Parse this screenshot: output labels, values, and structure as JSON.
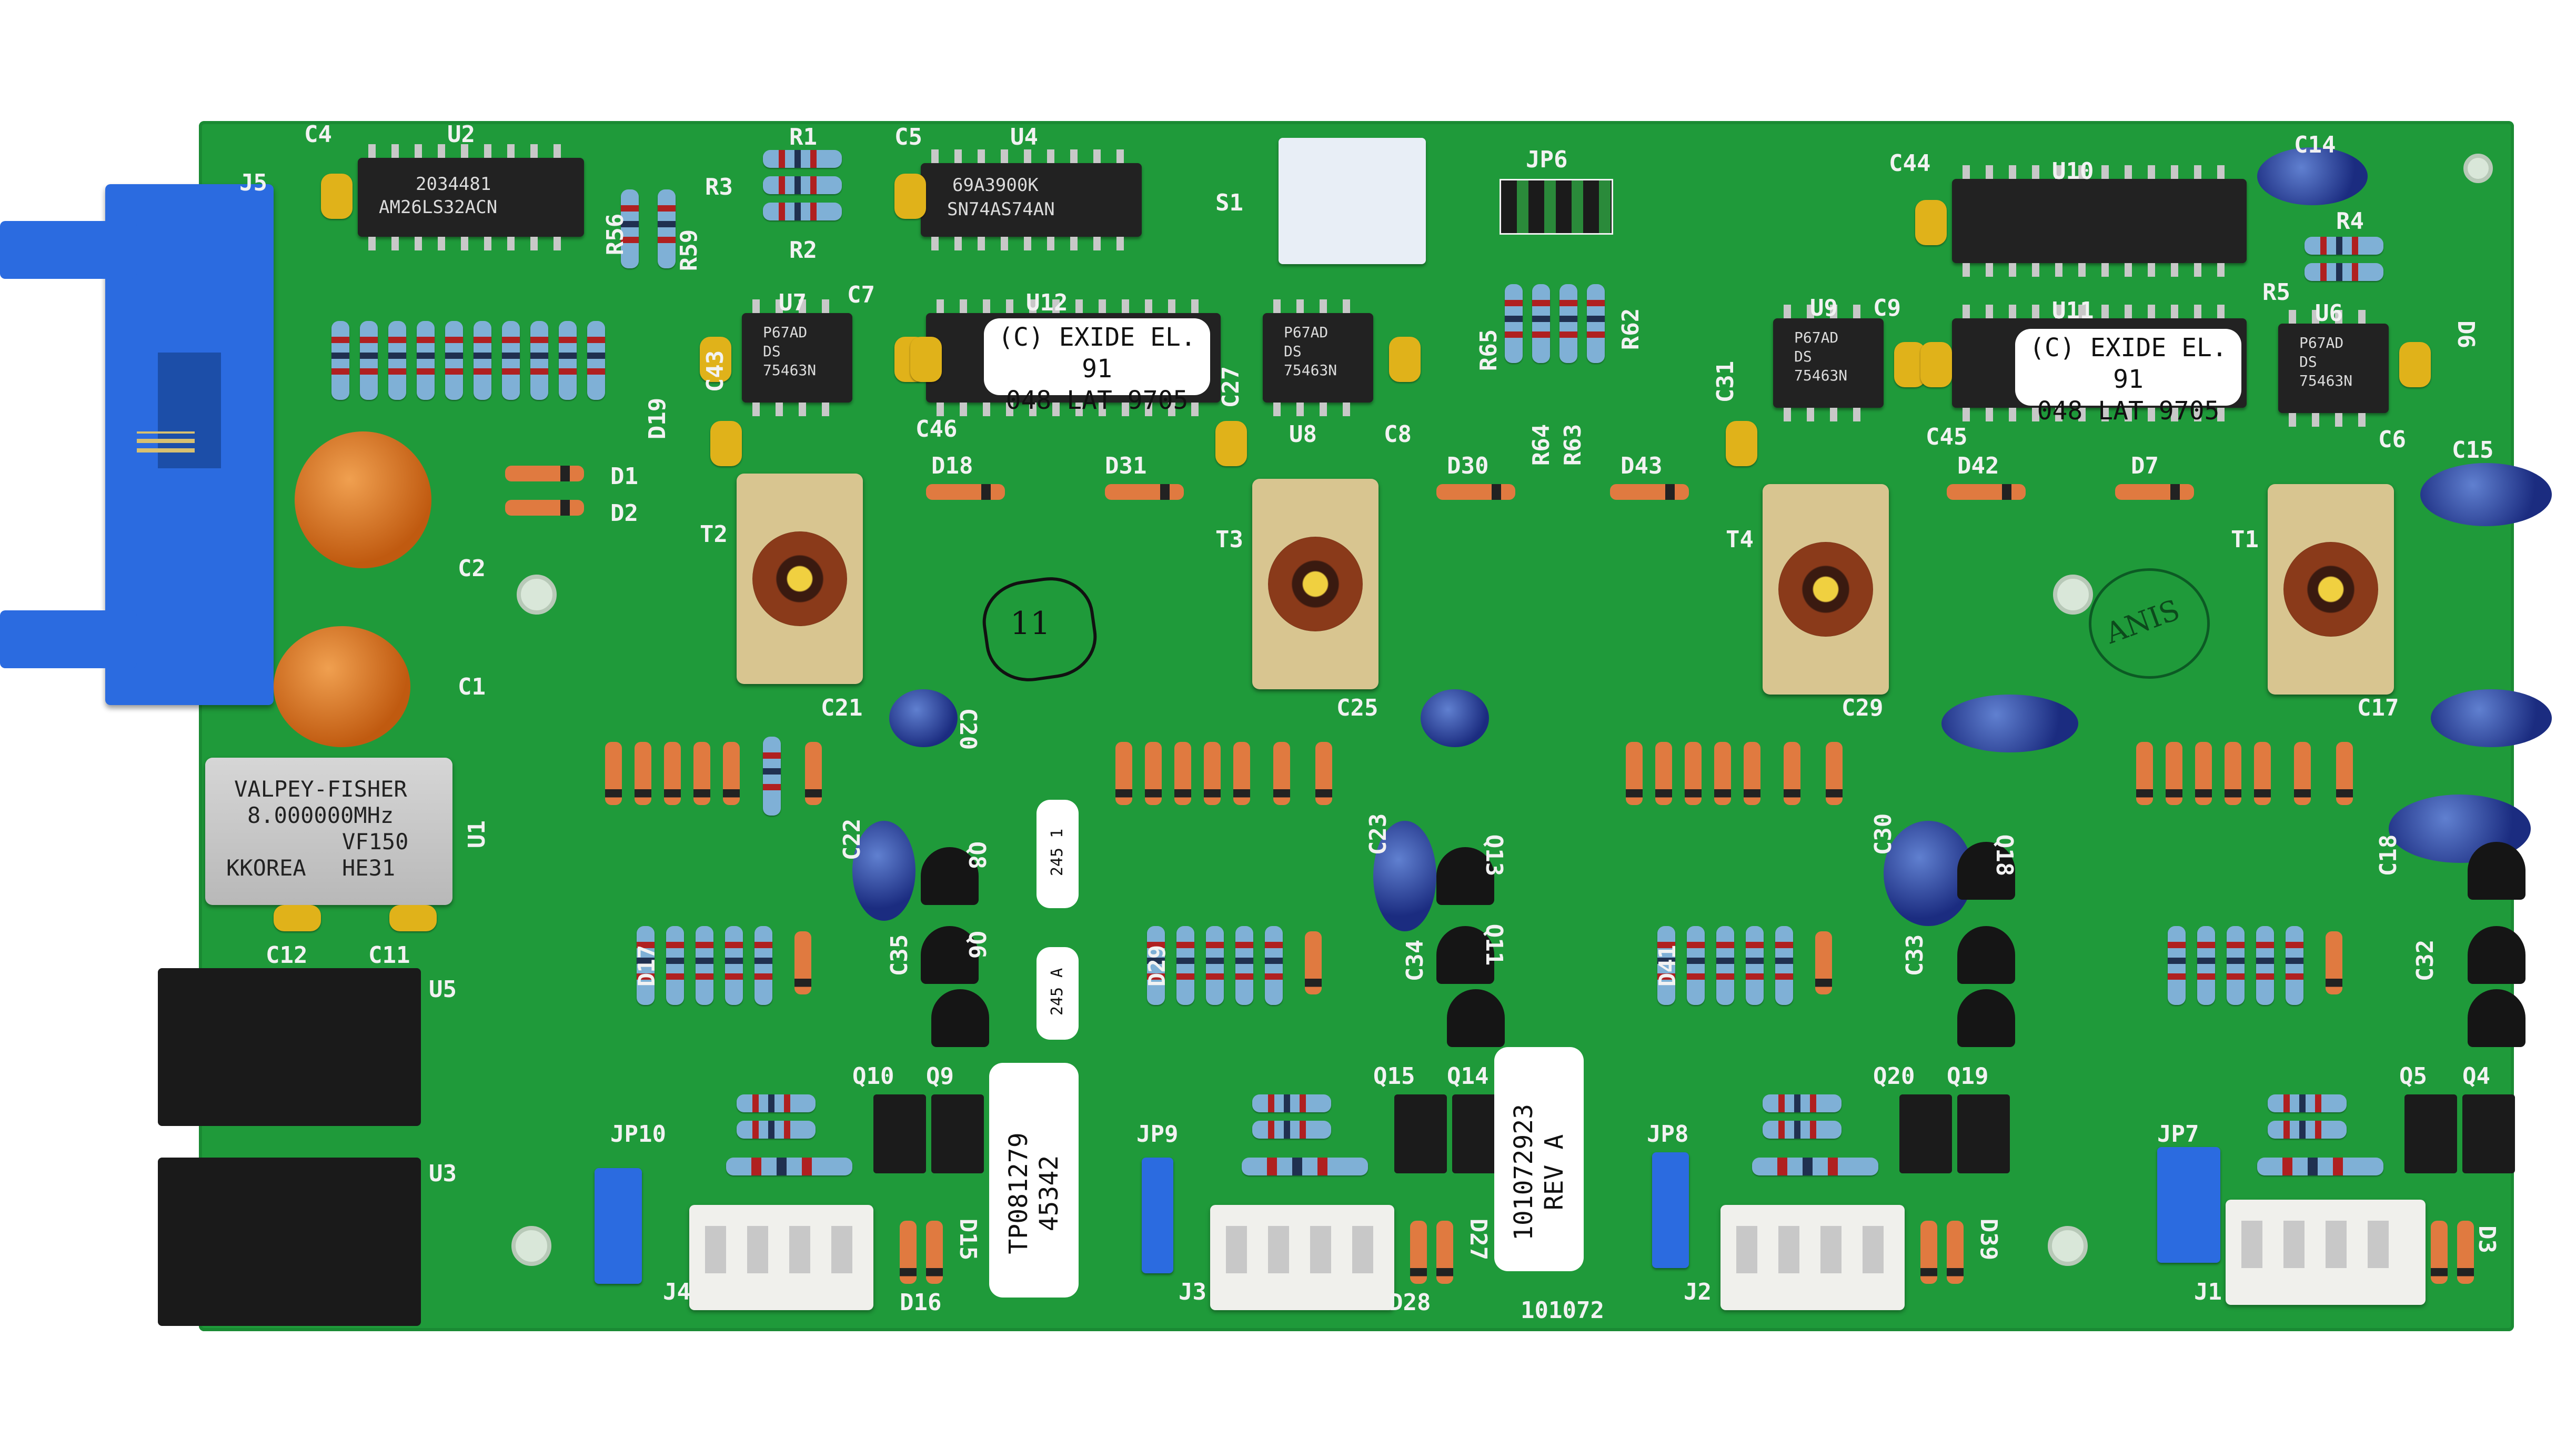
{
  "board": {
    "color": "#1f9a3a",
    "silkscreen_color": "#f2f2f2",
    "part_number_text": "101072"
  },
  "chips": {
    "u2_marking_line1": "2034481",
    "u2_marking_line2": "AM26LS32ACN",
    "u4_marking_line1": "69A3900K",
    "u4_marking_line2": "SN74AS74AN",
    "driver_marking_line1": "P67AD",
    "driver_marking_line2": "DS",
    "driver_marking_line3": "75463N"
  },
  "exide_label": {
    "line1": "(C) EXIDE EL. 91",
    "line2": "048 LAT 9705"
  },
  "oscillator": {
    "line1": "VALPEY-FISHER",
    "line2": "8.000000MHz",
    "line3": "VF150",
    "line4_left": "KKOREA",
    "line4_right": "HE31"
  },
  "stickers": {
    "tp": {
      "line1": "TP081279",
      "line2": "45342"
    },
    "rev": {
      "line1": "101072923",
      "line2": "REV A"
    },
    "small1": "245 1",
    "small2": "245 A"
  },
  "handwritten": {
    "left_circle": "11",
    "right_circle": "ANIS"
  },
  "designators": {
    "C4": "C4",
    "U2": "U2",
    "J5": "J5",
    "R56": "R56",
    "R59": "R59",
    "R1": "R1",
    "R3": "R3",
    "R2": "R2",
    "C5": "C5",
    "U4": "U4",
    "S1": "S1",
    "JP6": "JP6",
    "C44": "C44",
    "U10": "U10",
    "C14": "C14",
    "R4": "R4",
    "R5": "R5",
    "D1": "D1",
    "D2": "D2",
    "C2": "C2",
    "C1": "C1",
    "U1": "U1",
    "C12": "C12",
    "C11": "C11",
    "U5": "U5",
    "U3": "U3",
    "U7": "U7",
    "C7": "C7",
    "U12": "U12",
    "C46": "C46",
    "D19": "D19",
    "C43": "C43",
    "C27": "C27",
    "U8": "U8",
    "C8": "C8",
    "R65": "R65",
    "R62": "R62",
    "R64": "R64",
    "R63": "R63",
    "C31": "C31",
    "U9": "U9",
    "C9": "C9",
    "U11": "U11",
    "C45": "C45",
    "U6": "U6",
    "C6": "C6",
    "D6": "D6",
    "D18": "D18",
    "D31": "D31",
    "D30": "D30",
    "D43": "D43",
    "D42": "D42",
    "D7": "D7",
    "T2": "T2",
    "T3": "T3",
    "T4": "T4",
    "T1": "T1",
    "C15": "C15",
    "C21": "C21",
    "C20": "C20",
    "C25": "C25",
    "C29": "C29",
    "C17": "C17",
    "C22": "C22",
    "Q8": "Q8",
    "C35": "C35",
    "Q6": "Q6",
    "C23": "C23",
    "Q13": "Q13",
    "C34": "C34",
    "Q11": "Q11",
    "C30": "C30",
    "Q18": "Q18",
    "C33": "C33",
    "C18": "C18",
    "C32": "C32",
    "D17": "D17",
    "D29": "D29",
    "D41": "D41",
    "Q10": "Q10",
    "Q9": "Q9",
    "Q15": "Q15",
    "Q14": "Q14",
    "Q20": "Q20",
    "Q19": "Q19",
    "Q5": "Q5",
    "Q4": "Q4",
    "JP10": "JP10",
    "JP9": "JP9",
    "JP8": "JP8",
    "JP7": "JP7",
    "J4": "J4",
    "J3": "J3",
    "J2": "J2",
    "J1": "J1",
    "D15": "D15",
    "D16": "D16",
    "D27": "D27",
    "D28": "D28",
    "D39": "D39",
    "D3": "D3"
  }
}
